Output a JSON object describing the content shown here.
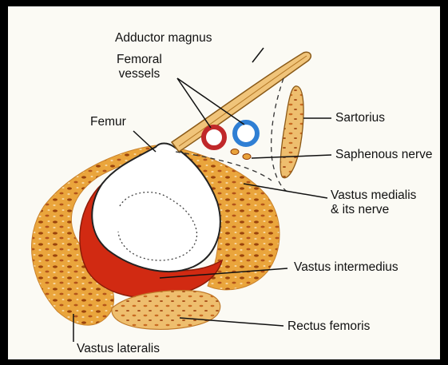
{
  "diagram": {
    "labels": {
      "adductor_magnus": "Adductor magnus",
      "femoral_vessels_line1": "Femoral",
      "femoral_vessels_line2": "vessels",
      "femur": "Femur",
      "sartorius": "Sartorius",
      "saphenous_nerve": "Saphenous nerve",
      "vastus_medialis_line1": "Vastus medialis",
      "vastus_medialis_line2": "& its nerve",
      "vastus_intermedius": "Vastus intermedius",
      "rectus_femoris": "Rectus femoris",
      "vastus_lateralis": "Vastus lateralis"
    },
    "colors": {
      "background": "#fbfaf4",
      "frame": "#000000",
      "muscle_orange": "#e9a23a",
      "muscle_dark": "#8c3a08",
      "muscle_red": "#d12a12",
      "bone": "#ffffff",
      "vessel_artery": "#c0282a",
      "vessel_vein": "#2f7fd4"
    }
  }
}
